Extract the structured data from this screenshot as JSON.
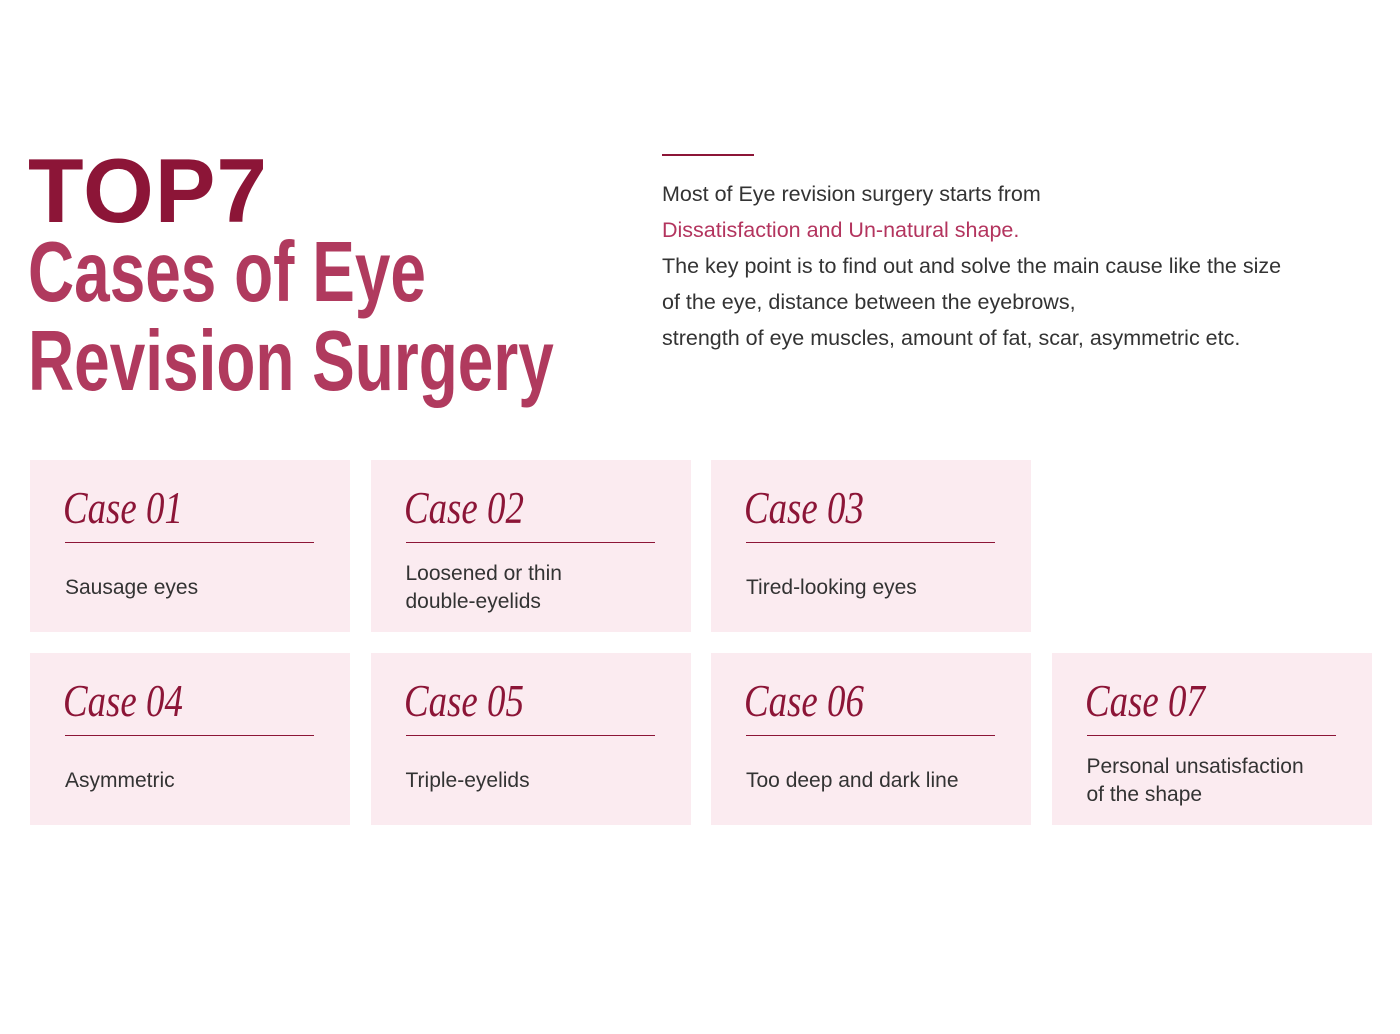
{
  "colors": {
    "heading_dark": "#8c1537",
    "heading_accent": "#b03a5e",
    "highlight": "#b3345e",
    "card_background": "#fbebf0",
    "body_text": "#333333"
  },
  "heading": {
    "top": "TOP7",
    "line_1": "Cases of Eye",
    "line_2": "Revision Surgery"
  },
  "intro": {
    "line_1": "Most of Eye revision surgery starts from",
    "highlight": "Dissatisfaction and Un-natural shape.",
    "line_3": "The key point is to find out and solve the main cause like the size",
    "line_4": "of the eye, distance between the eyebrows,",
    "line_5": "strength of eye muscles, amount of fat, scar, asymmetric etc."
  },
  "cases": [
    {
      "label": "Case 01",
      "description_lines": [
        "Sausage eyes"
      ]
    },
    {
      "label": "Case 02",
      "description_lines": [
        "Loosened or thin",
        "double-eyelids"
      ]
    },
    {
      "label": "Case 03",
      "description_lines": [
        "Tired-looking eyes"
      ]
    },
    {
      "label": "Case 04",
      "description_lines": [
        "Asymmetric"
      ]
    },
    {
      "label": "Case 05",
      "description_lines": [
        "Triple-eyelids"
      ]
    },
    {
      "label": "Case 06",
      "description_lines": [
        "Too deep and dark line"
      ]
    },
    {
      "label": "Case 07",
      "description_lines": [
        "Personal unsatisfaction",
        "of the shape"
      ]
    }
  ]
}
